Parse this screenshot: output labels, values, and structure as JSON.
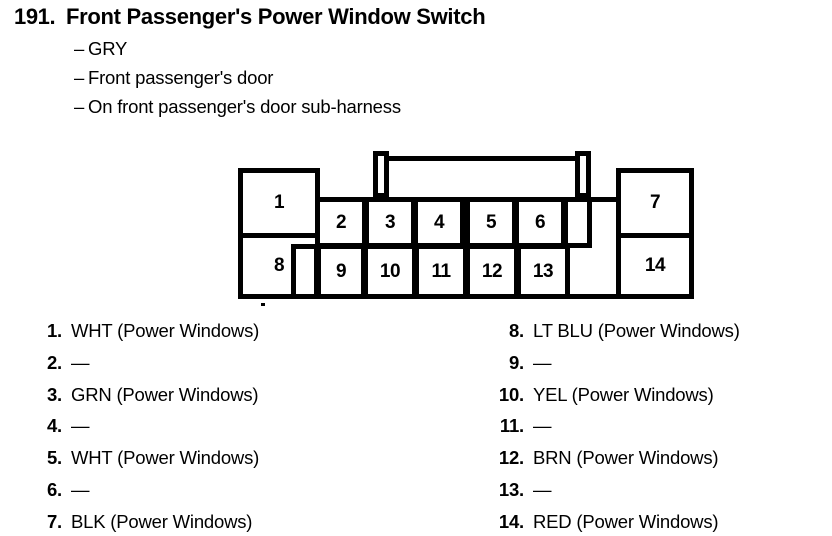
{
  "header": {
    "number": "191.",
    "title": "Front Passenger's Power Window Switch",
    "dash": "–",
    "details": [
      "GRY",
      "Front passenger's door",
      "On front passenger's door sub-harness"
    ]
  },
  "connector": {
    "pin_labels": {
      "p1": "1",
      "p2": "2",
      "p3": "3",
      "p4": "4",
      "p5": "5",
      "p6": "6",
      "p7": "7",
      "p8": "8",
      "p9": "9",
      "p10": "10",
      "p11": "11",
      "p12": "12",
      "p13": "13",
      "p14": "14",
      "blank": ""
    }
  },
  "legend": {
    "left": [
      {
        "num": "1.",
        "value": "WHT (Power Windows)"
      },
      {
        "num": "2.",
        "value": "—"
      },
      {
        "num": "3.",
        "value": "GRN (Power Windows)"
      },
      {
        "num": "4.",
        "value": "—"
      },
      {
        "num": "5.",
        "value": "WHT (Power Windows)"
      },
      {
        "num": "6.",
        "value": "—"
      },
      {
        "num": "7.",
        "value": "BLK (Power Windows)"
      }
    ],
    "right": [
      {
        "num": "8.",
        "value": "LT BLU (Power Windows)"
      },
      {
        "num": "9.",
        "value": "—"
      },
      {
        "num": "10.",
        "value": "YEL (Power Windows)"
      },
      {
        "num": "11.",
        "value": "—"
      },
      {
        "num": "12.",
        "value": "BRN (Power Windows)"
      },
      {
        "num": "13.",
        "value": "—"
      },
      {
        "num": "14.",
        "value": "RED (Power Windows)"
      }
    ]
  },
  "colors": {
    "ink": "#000000",
    "paper": "#ffffff"
  }
}
